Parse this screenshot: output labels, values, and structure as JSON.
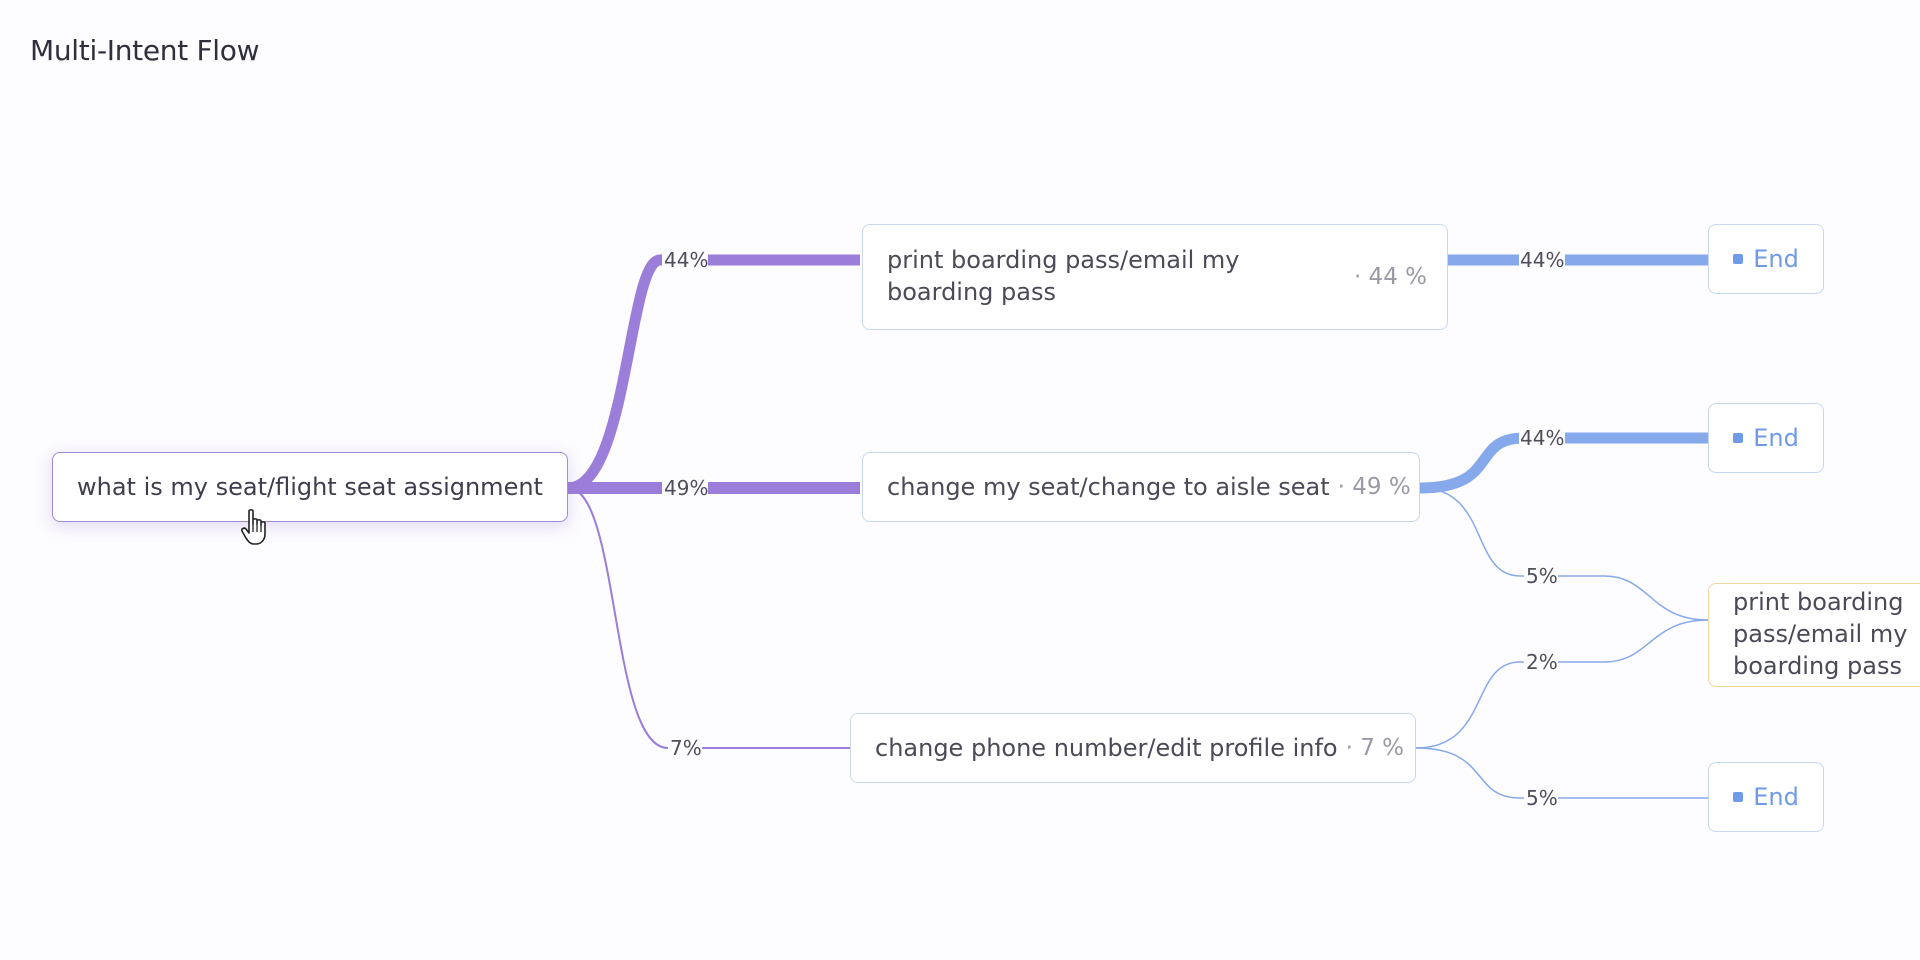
{
  "page": {
    "title": "Multi-Intent Flow"
  },
  "colors": {
    "purple": "#9b7ed9",
    "blue": "#86a9ec",
    "end_text": "#6f9ae8",
    "orange_border": "#f3d5a6"
  },
  "nodes": {
    "root": {
      "label": "what is my seat/flight seat assignment"
    },
    "print": {
      "label": "print boarding pass/email my boarding pass",
      "pct": "· 44 %"
    },
    "change_seat": {
      "label": "change my seat/change to aisle seat",
      "pct": "· 49 %"
    },
    "change_phone": {
      "label": "change phone number/edit profile info",
      "pct": "· 7 %"
    },
    "end_top": {
      "label": "End"
    },
    "end_mid": {
      "label": "End"
    },
    "end_bottom": {
      "label": "End"
    },
    "print_secondary": {
      "label": "print boarding pass/email my boarding pass"
    }
  },
  "edges": {
    "root_print": {
      "label": "44%",
      "value": 44
    },
    "root_change_seat": {
      "label": "49%",
      "value": 49
    },
    "root_change_phone": {
      "label": "7%",
      "value": 7
    },
    "print_end": {
      "label": "44%",
      "value": 44
    },
    "change_seat_end": {
      "label": "44%",
      "value": 44
    },
    "change_seat_print": {
      "label": "5%",
      "value": 5
    },
    "change_phone_print": {
      "label": "2%",
      "value": 2
    },
    "change_phone_end": {
      "label": "5%",
      "value": 5
    }
  }
}
